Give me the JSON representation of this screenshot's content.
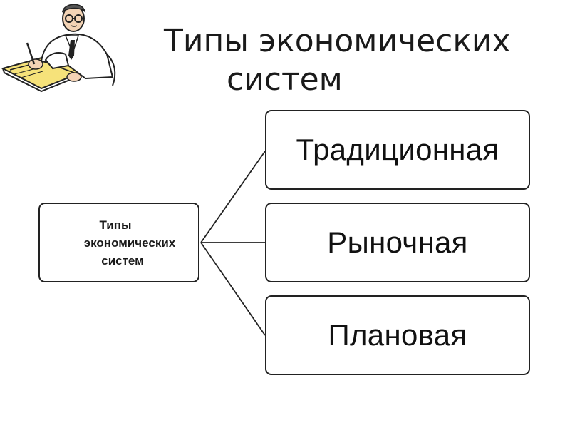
{
  "title": {
    "line1": "Типы экономических",
    "line2": "систем"
  },
  "illustration": {
    "icon": "scientist-writing-icon"
  },
  "diagram": {
    "source": {
      "lines": [
        "Типы",
        "экономических",
        "систем"
      ]
    },
    "types": [
      {
        "label": "Традиционная"
      },
      {
        "label": "Рыночная"
      },
      {
        "label": "Плановая"
      }
    ]
  },
  "colors": {
    "background": "#ffffff",
    "border": "#222222",
    "text": "#111111"
  }
}
